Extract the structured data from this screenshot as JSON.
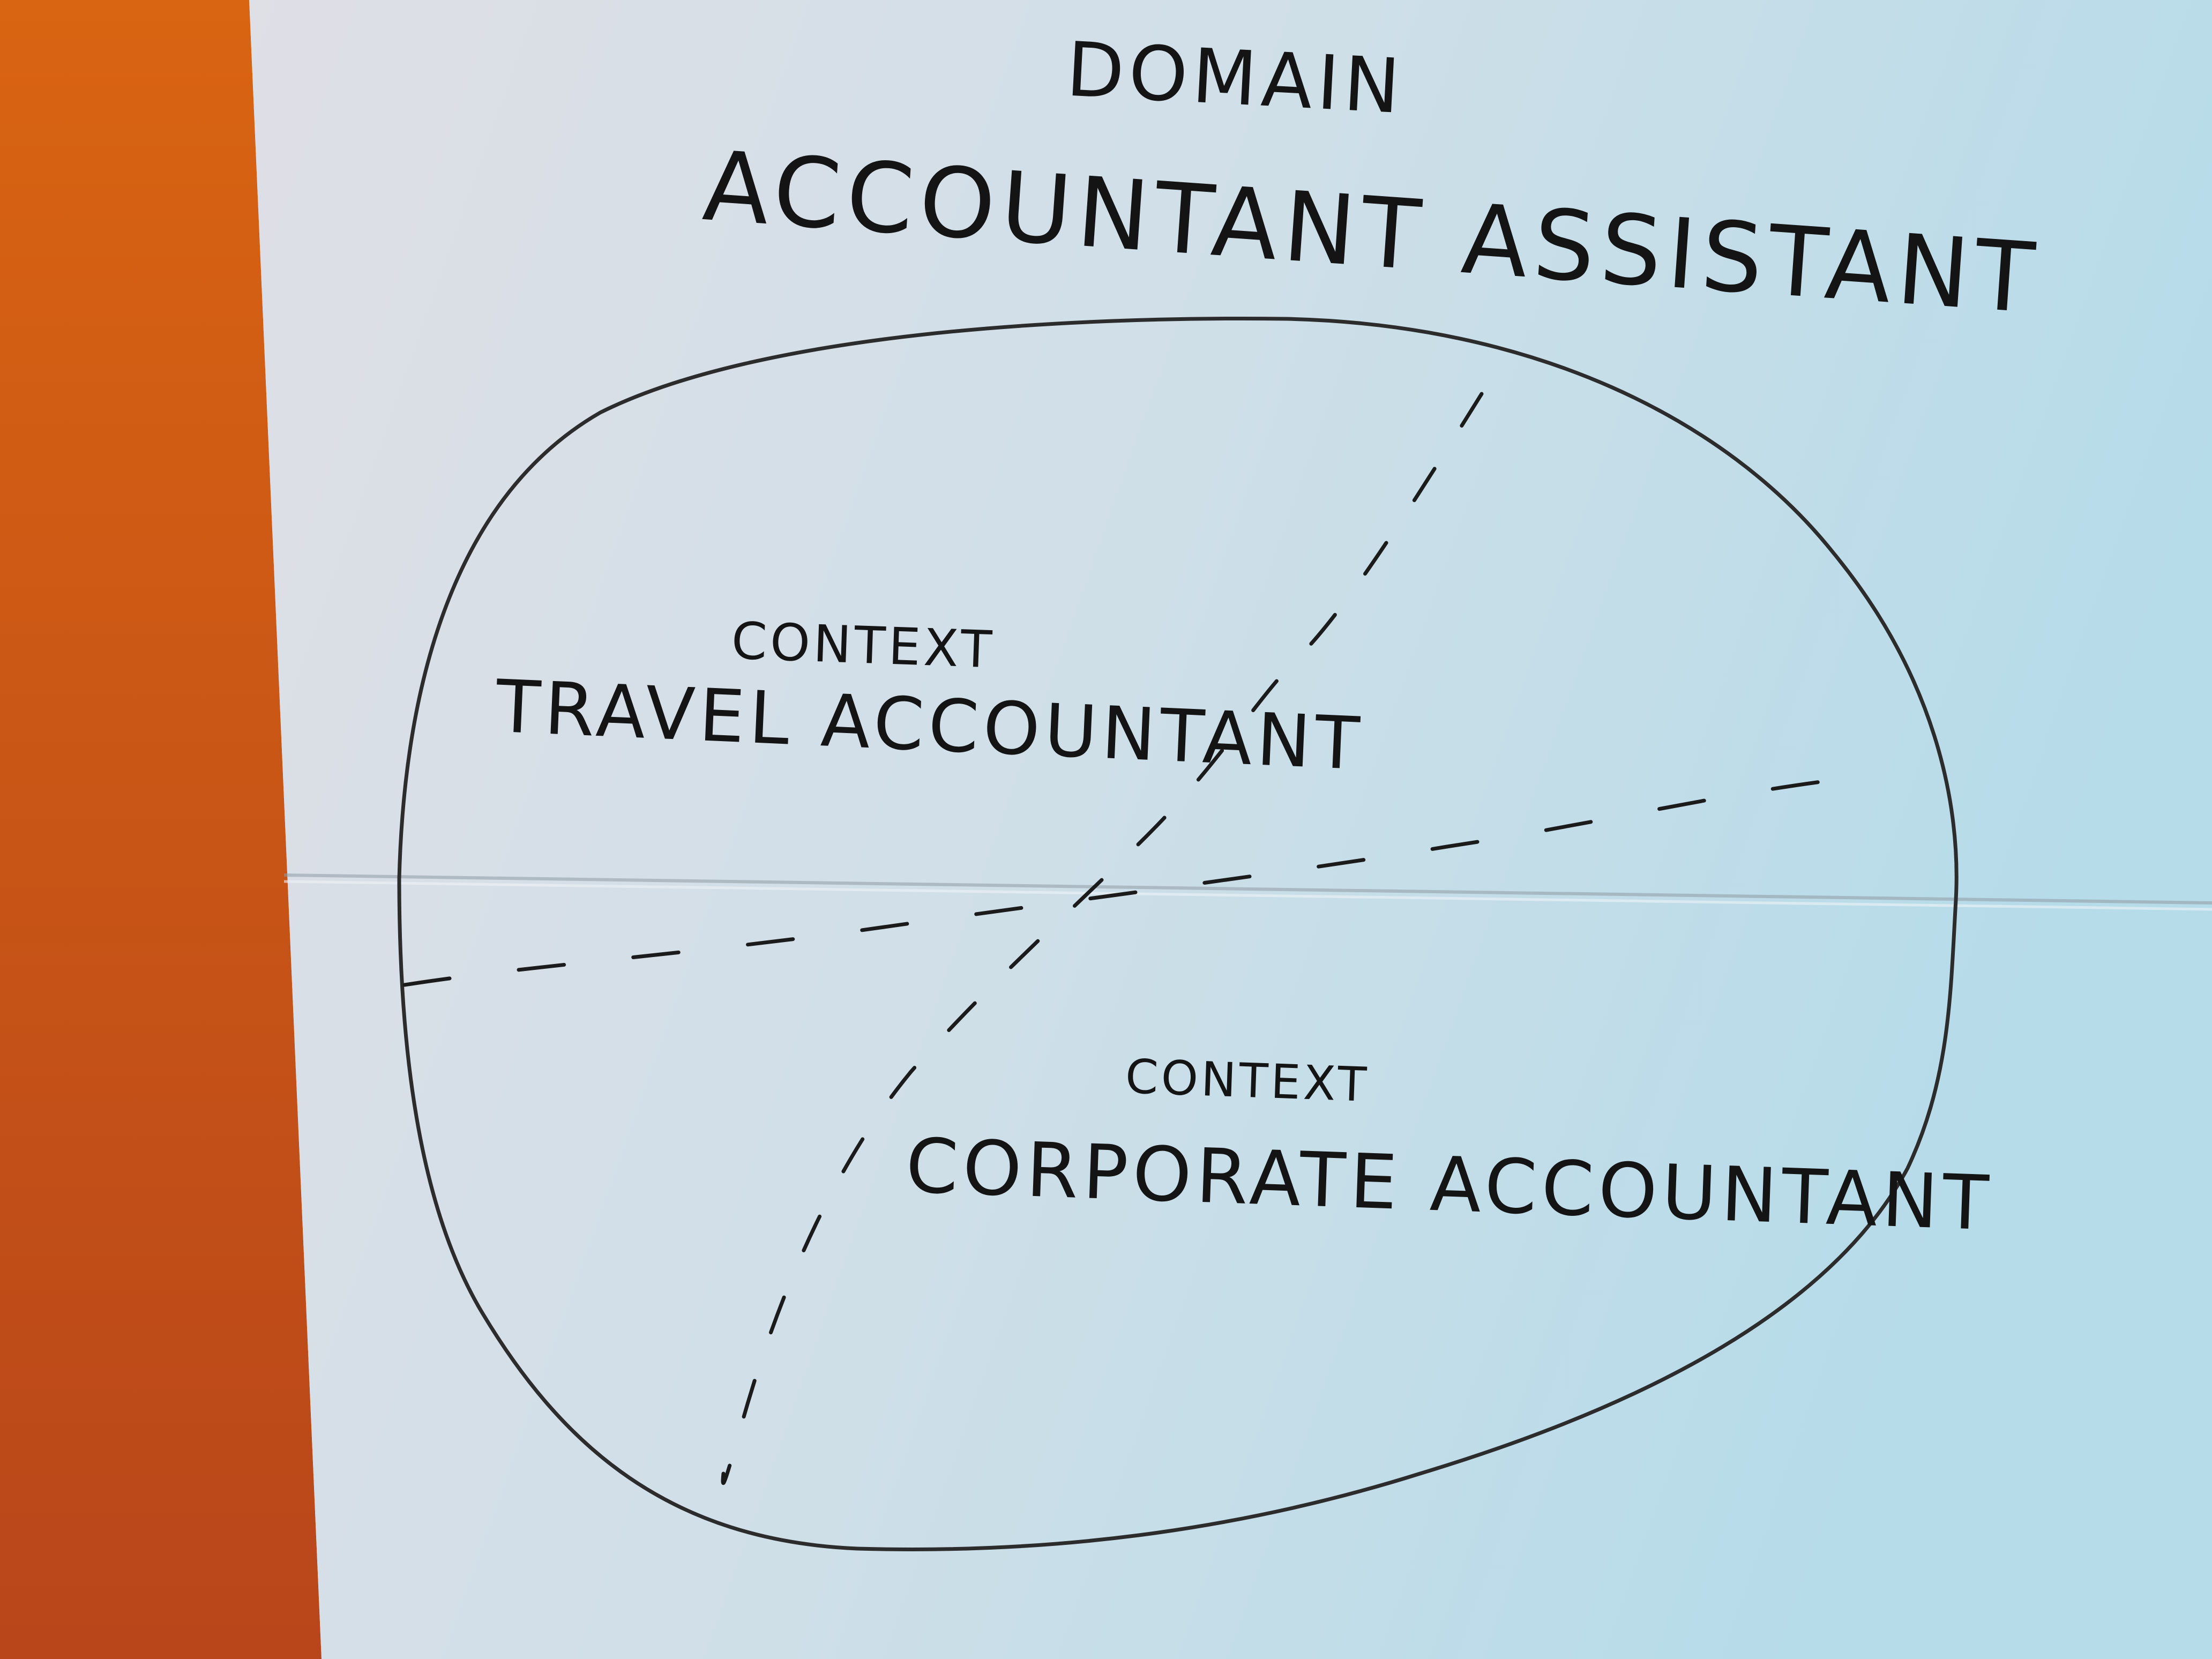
{
  "domain": {
    "kicker": "Domain",
    "title": "Accountant Assistant"
  },
  "contexts": [
    {
      "kicker": "Context",
      "title": "Travel Accountant"
    },
    {
      "kicker": "Context",
      "title": "Corporate Accountant"
    }
  ],
  "colors": {
    "wall_orange": "#c9561a",
    "paper": "#d6e2ea",
    "ink": "#141414"
  }
}
